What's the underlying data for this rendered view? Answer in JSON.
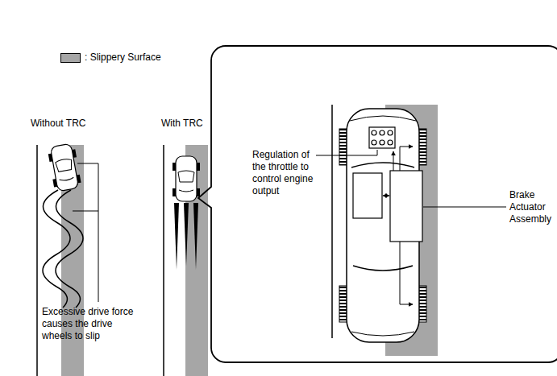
{
  "diagram": {
    "nodes": [
      {
        "text": [
          "Regulation of the throttle to control engine output",
          "Brake Actuator Assembly"
        ]
      }
    ],
    "labels": [
      "Without TRC",
      "With TRC",
      "Excessive drive force causes the drive wheels to slip"
    ],
    "legend": [
      {
        "text": ": Slippery Surface",
        "color": "#a6a6a6"
      }
    ]
  }
}
